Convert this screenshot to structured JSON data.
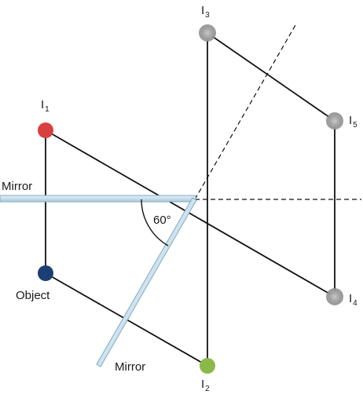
{
  "labels": {
    "mirror_horizontal": "Mirror",
    "mirror_angled": "Mirror",
    "object": "Object",
    "angle": "60°",
    "image_letter": "I",
    "images": [
      {
        "sub": "1"
      },
      {
        "sub": "2"
      },
      {
        "sub": "3"
      },
      {
        "sub": "4"
      },
      {
        "sub": "5"
      }
    ]
  },
  "colors": {
    "object": "#1b3f73",
    "image_1": "#d84040",
    "image_2": "#8ab94a",
    "virtual_images": "#9a9a9a",
    "mirror_fill": "#cfe3ee",
    "mirror_edge": "#7faac3",
    "ray_line": "#111111"
  }
}
